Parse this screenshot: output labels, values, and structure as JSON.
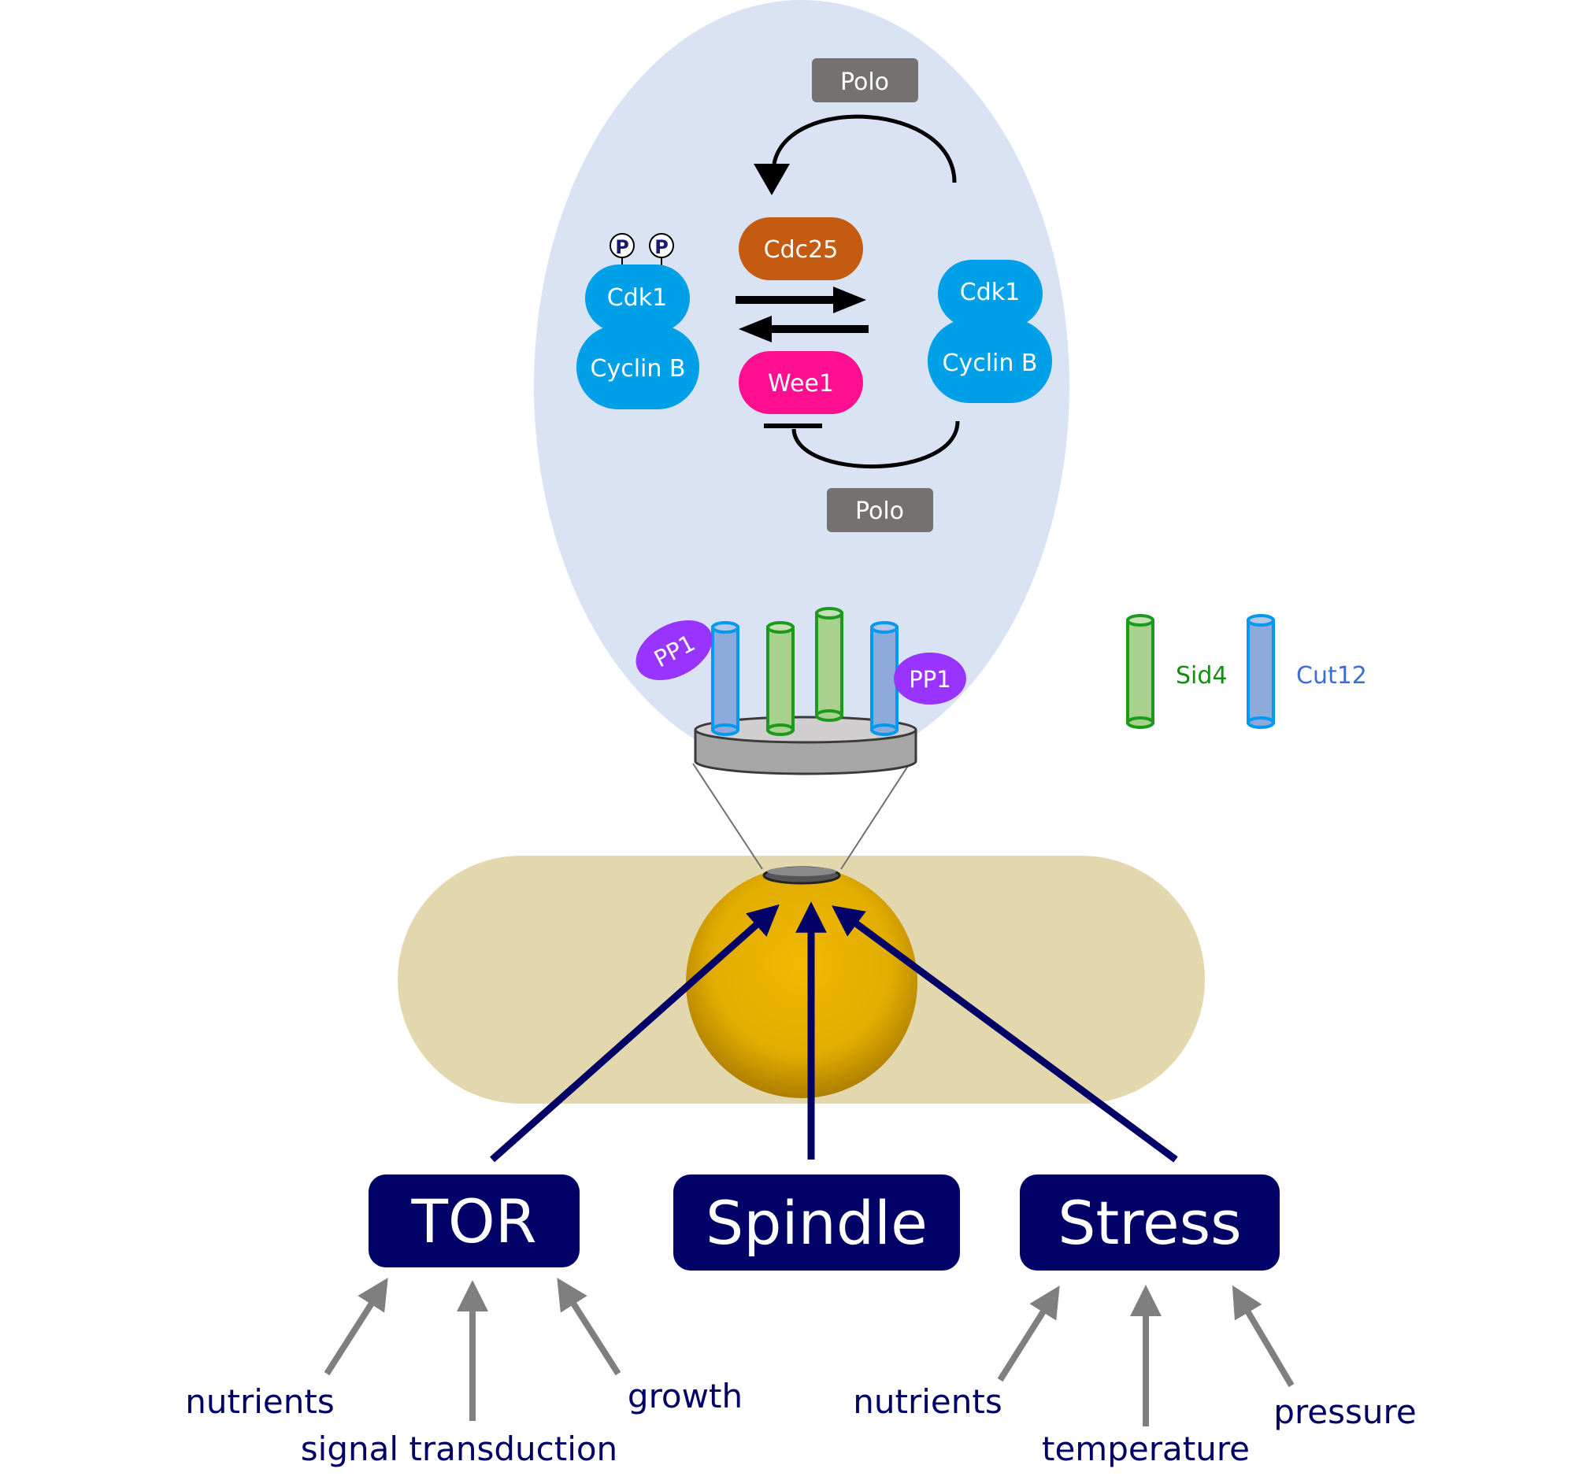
{
  "colors": {
    "zoom_bubble": "#dae3f3",
    "cell_body": "#e3d7ae",
    "nucleus": "#e2ad00",
    "cdk_blue": "#00a0e9",
    "cdc25": "#c55a11",
    "wee1": "#ff0f8f",
    "polo_gray": "#767171",
    "pp1_purple": "#9933ff",
    "sid4_green": "#109010",
    "cut12_blue": "#3c6ed8",
    "navy": "#000066",
    "input_gray": "#7f7f7f"
  },
  "cycle": {
    "polo_top": "Polo",
    "polo_bottom": "Polo",
    "cdc25": "Cdc25",
    "wee1": "Wee1",
    "phospho_mark": "P",
    "left_complex": {
      "cdk": "Cdk1",
      "cyclin": "Cyclin B"
    },
    "right_complex": {
      "cdk": "Cdk1",
      "cyclin": "Cyclin B"
    }
  },
  "spb": {
    "pp1_left": "PP1",
    "pp1_right": "PP1"
  },
  "legend": {
    "sid4": "Sid4",
    "cut12": "Cut12"
  },
  "signals": {
    "tor": "TOR",
    "spindle": "Spindle",
    "stress": "Stress"
  },
  "inputs": {
    "tor": [
      "nutrients",
      "signal transduction",
      "growth"
    ],
    "stress": [
      "nutrients",
      "temperature",
      "pressure"
    ]
  }
}
